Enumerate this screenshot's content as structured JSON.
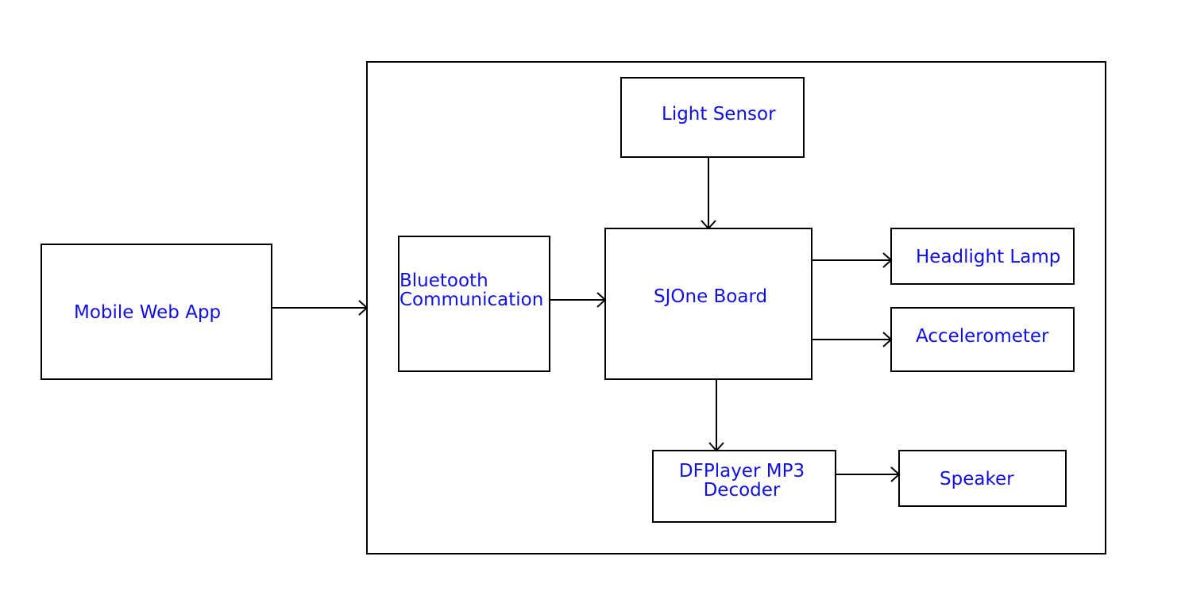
{
  "colors": {
    "stroke": "#000000",
    "text": "#1010e0",
    "background": "#ffffff"
  },
  "nodes": {
    "mobile_web_app": {
      "lines": [
        "Mobile Web App"
      ]
    },
    "bluetooth": {
      "lines": [
        "Bluetooth",
        "Communication"
      ]
    },
    "light_sensor": {
      "lines": [
        "Light Sensor"
      ]
    },
    "sjone_board": {
      "lines": [
        "SJOne Board"
      ]
    },
    "headlight_lamp": {
      "lines": [
        "Headlight Lamp"
      ]
    },
    "accelerometer": {
      "lines": [
        "Accelerometer"
      ]
    },
    "dfplayer": {
      "lines": [
        "DFPlayer MP3",
        "Decoder"
      ]
    },
    "speaker": {
      "lines": [
        "Speaker"
      ]
    }
  },
  "edges": [
    {
      "from": "mobile_web_app",
      "to": "system_enclosure"
    },
    {
      "from": "bluetooth",
      "to": "sjone_board"
    },
    {
      "from": "light_sensor",
      "to": "sjone_board"
    },
    {
      "from": "sjone_board",
      "to": "headlight_lamp"
    },
    {
      "from": "sjone_board",
      "to": "accelerometer"
    },
    {
      "from": "sjone_board",
      "to": "dfplayer"
    },
    {
      "from": "dfplayer",
      "to": "speaker"
    }
  ]
}
